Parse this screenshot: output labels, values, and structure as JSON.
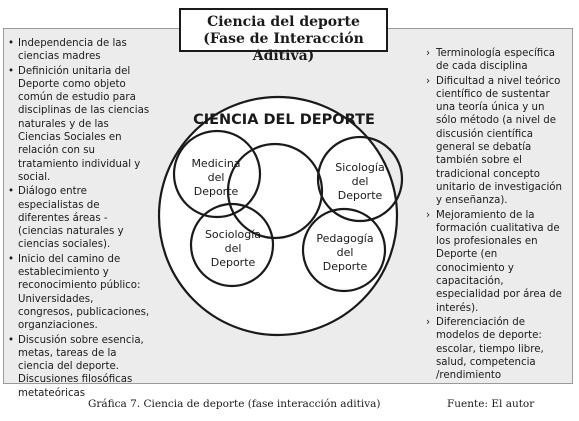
{
  "title": {
    "line1": "Ciencia del deporte",
    "line2": "(Fase de  Interacción Aditiva)"
  },
  "center": {
    "title": "CIENCIA DEL DEPORTE",
    "circles": [
      {
        "lines": [
          "Medicina",
          "del",
          "Deporte"
        ]
      },
      {
        "lines": [
          "Sicología",
          "del",
          "Deporte"
        ]
      },
      {
        "lines": [
          "Sociología",
          "del",
          "Deporte"
        ]
      },
      {
        "lines": [
          "Pedagogía",
          "del",
          "Deporte"
        ]
      }
    ]
  },
  "left_items": [
    "Independencia de las ciencias madres",
    "Definición unitaria del Deporte como objeto común de estudio para disciplinas de las ciencias naturales y de las Ciencias Sociales en relación con su tratamiento individual y social.",
    "Diálogo entre especialistas de diferentes áreas - (ciencias naturales y ciencias sociales).",
    "Inicio del camino de establecimiento y reconocimiento público: Universidades, congresos, publicaciones, organziaciones.",
    "Discusión sobre esencia, metas, tareas de la ciencia del deporte.  Discusiones filosóficas metateóricas"
  ],
  "right_items": [
    "Terminología específica de cada disciplina",
    "Dificultad a nivel teórico científico de sustentar una teoría única y un sólo método (a nivel de discusión científica general se debatía también sobre el tradicional concepto unitario de investigación y enseñanza).",
    "Mejoramiento de la formación cualitativa de los profesionales en Deporte (en conocimiento y capacitación, especialidad por área de interés).",
    "Diferenciación de modelos de deporte: escolar, tiempo libre, salud, competencia /rendimiento"
  ],
  "caption": "Gráfica 7. Ciencia de deporte (fase interacción aditiva)",
  "source": "Fuente: El autor"
}
